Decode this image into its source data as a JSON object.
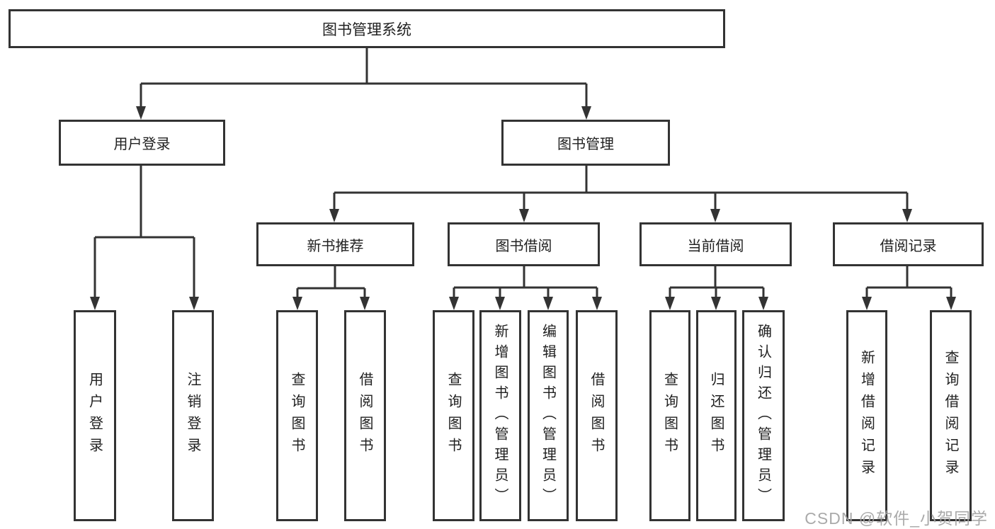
{
  "tree": {
    "root": {
      "label": "图书管理系统"
    },
    "branches": [
      {
        "label": "用户登录",
        "children": [
          {
            "label": "用户登录"
          },
          {
            "label": "注销登录"
          }
        ]
      },
      {
        "label": "图书管理",
        "children": [
          {
            "label": "新书推荐",
            "children": [
              {
                "label": "查询图书"
              },
              {
                "label": "借阅图书"
              }
            ]
          },
          {
            "label": "图书借阅",
            "children": [
              {
                "label": "查询图书"
              },
              {
                "label": "新增图书（管理员）"
              },
              {
                "label": "编辑图书（管理员）"
              },
              {
                "label": "借阅图书"
              }
            ]
          },
          {
            "label": "当前借阅",
            "children": [
              {
                "label": "查询图书"
              },
              {
                "label": "归还图书"
              },
              {
                "label": "确认归还（管理员）"
              }
            ]
          },
          {
            "label": "借阅记录",
            "children": [
              {
                "label": "新增借阅记录"
              },
              {
                "label": "查询借阅记录"
              }
            ]
          }
        ]
      }
    ]
  },
  "watermark": "CSDN @软件_小贺同学",
  "colors": {
    "line": "#333333",
    "box_border": "#333333",
    "text": "#212121",
    "watermark": "#a3a3a3",
    "background": "#ffffff"
  }
}
